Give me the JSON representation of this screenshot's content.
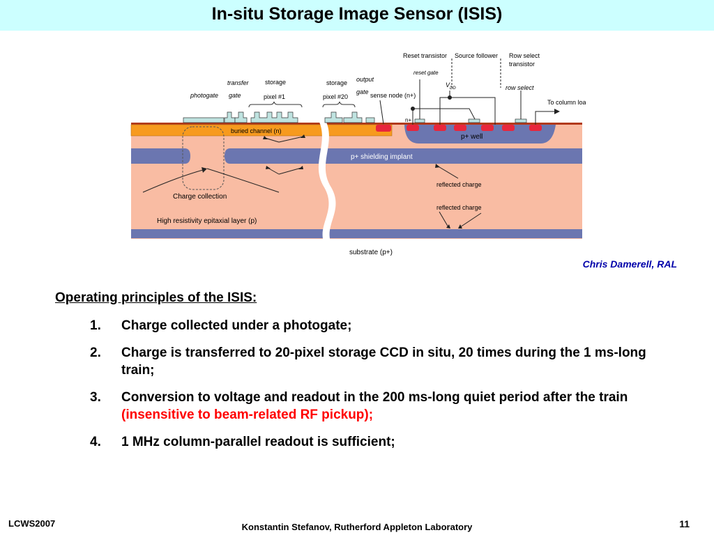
{
  "title": "In-situ Storage Image Sensor (ISIS)",
  "diagram": {
    "labels": {
      "photogate": "photogate",
      "transfer": "transfer",
      "gate": "gate",
      "storage1": "storage",
      "pixel1": "pixel #1",
      "storage20": "storage",
      "pixel20": "pixel #20",
      "output": "output",
      "output_gate": "gate",
      "sense_node": "sense node (n+)",
      "reset_transistor": "Reset transistor",
      "source_follower": "Source follower",
      "row_select": "Row select",
      "transistor": "transistor",
      "reset_gate": "reset gate",
      "vdd_main": "V",
      "vdd_sub": "DD",
      "row_select_gate": "row select",
      "to_column_load": "To column load",
      "n_plus": "n+",
      "p_well": "p+ well",
      "buried_channel": "buried channel (n)",
      "shielding": "p+ shielding implant",
      "reflected1": "reflected charge",
      "reflected2": "reflected charge",
      "charge_collection": "Charge collection",
      "epitaxial": "High resistivity epitaxial layer (p)",
      "substrate": "substrate (p+)"
    }
  },
  "credit": "Chris Damerell, RAL",
  "principles": {
    "heading": "Operating principles of the ISIS:",
    "items": [
      {
        "num": "1.",
        "text": "Charge collected under a photogate;"
      },
      {
        "num": "2.",
        "text": "Charge is transferred to 20-pixel storage CCD in situ, 20 times during the 1 ms-long train;"
      },
      {
        "num": "3.",
        "text": "Conversion to voltage and readout in the 200 ms-long quiet period after the train",
        "highlight": "(insensitive to beam-related RF pickup);"
      },
      {
        "num": "4.",
        "text": "1 MHz column-parallel readout is sufficient;"
      }
    ]
  },
  "footer": {
    "left": "LCWS2007",
    "center": "Konstantin Stefanov, Rutherford Appleton Laboratory",
    "page": "11"
  },
  "colors": {
    "title_bg": "#ccffff",
    "credit": "#0000aa",
    "highlight": "#ff0000",
    "epitaxial": "#f9bca3",
    "buried_channel": "#f79a1e",
    "shielding": "#6b76b0",
    "p_well": "#6b76b0",
    "n_plus": "#e8263c",
    "gate": "#bfe3e0"
  }
}
